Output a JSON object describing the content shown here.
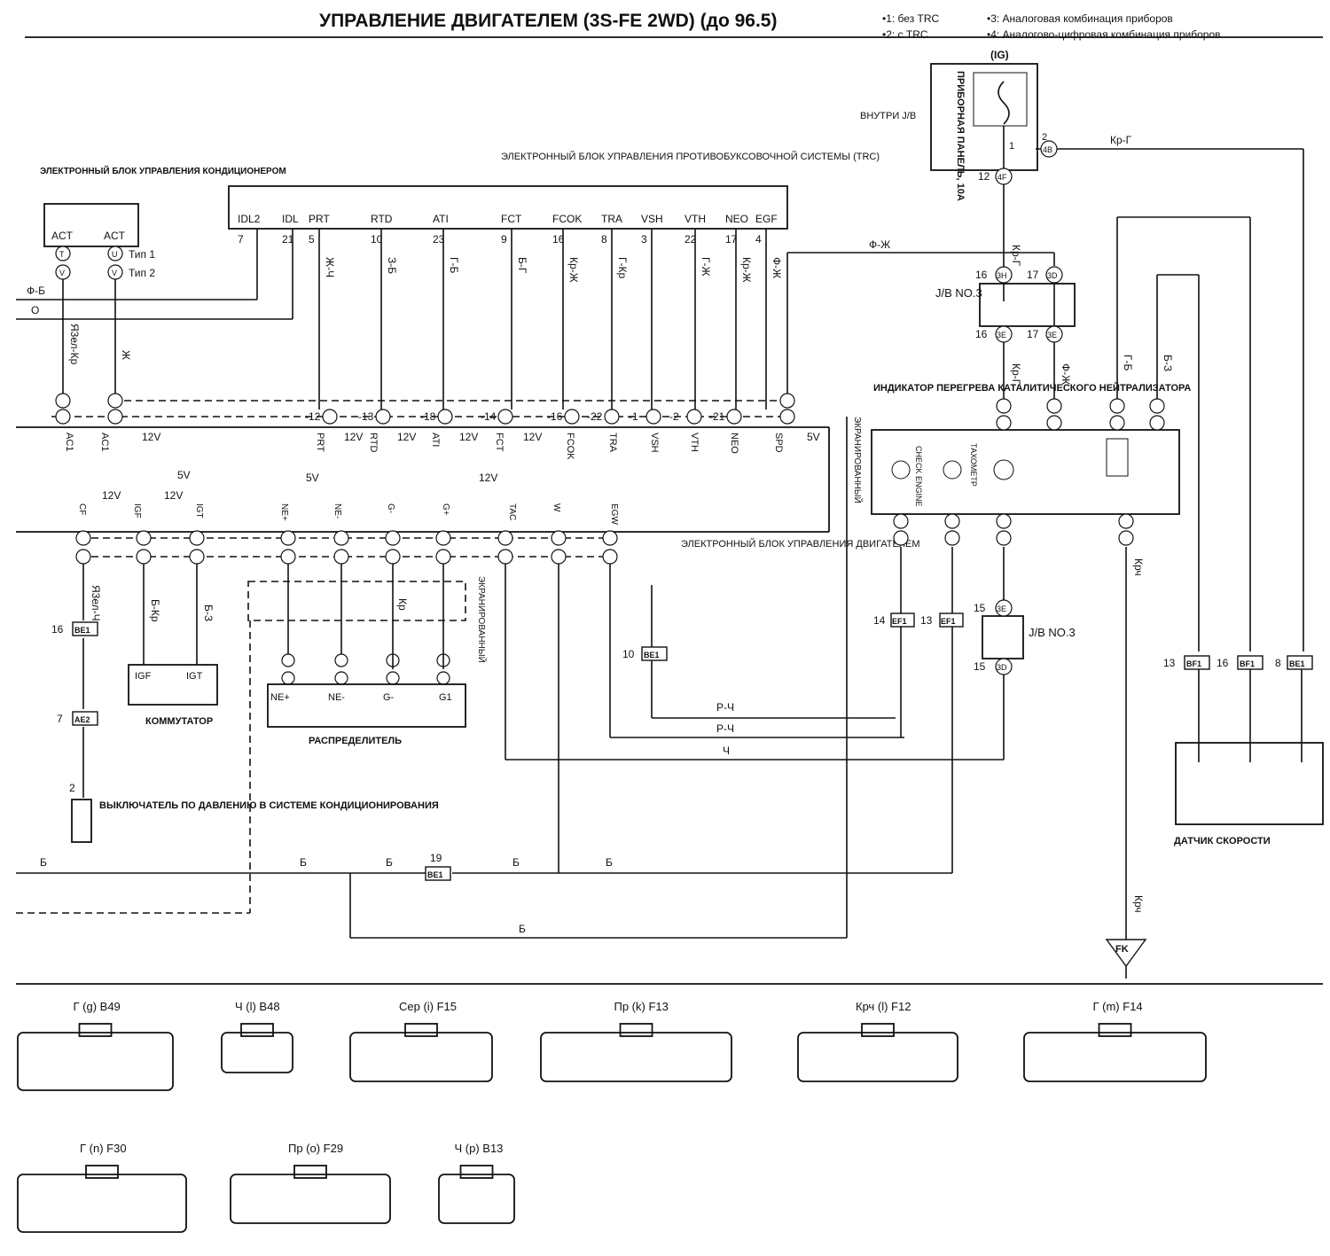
{
  "header": {
    "title": "УПРАВЛЕНИЕ ДВИГАТЕЛЕМ (3S-FE 2WD) (до 96.5)",
    "notes": [
      "•1: без TRC",
      "•2: с TRC",
      "•3: Аналоговая комбинация приборов",
      "•4: Аналогово-цифровая комбинация приборов"
    ]
  },
  "components": {
    "ac_ecu": "ЭЛЕКТРОННЫЙ БЛОК УПРАВЛЕНИЯ КОНДИЦИОНЕРОМ",
    "trc_ecu": "ЭЛЕКТРОННЫЙ БЛОК УПРАВЛЕНИЯ ПРОТИВОБУКСОВОЧНОЙ СИСТЕМЫ (TRC)",
    "engine_ecu": "ЭЛЕКТРОННЫЙ БЛОК УПРАВЛЕНИЯ ДВИГАТЕЛЕМ",
    "fuse_tag": "(IG)",
    "fuse": "ПРИБОРНАЯ ПАНЕЛЬ, 10А",
    "inside_jb": "ВНУТРИ J/B",
    "jb3": "J/B NO.3",
    "cat_indicator": "ИНДИКАТОР ПЕРЕГРЕВА КАТАЛИТИЧЕСКОГО НЕЙТРАЛИЗАТОРА",
    "check_engine": "CHECK ENGINE",
    "tachometer": "ТАХОМЕТР",
    "igniter": "КОММУТАТОР",
    "distributor": "РАСПРЕДЕЛИТЕЛЬ",
    "pressure_switch": "ВЫКЛЮЧАТЕЛЬ ПО ДАВЛЕНИЮ В СИСТЕМЕ КОНДИЦИОНИРОВАНИЯ",
    "speed_sensor": "ДАТЧИК СКОРОСТИ",
    "shielded": "ЭКРАНИРОВАННЫЙ",
    "ground": "FK",
    "type1": "Тип 1",
    "type2": "Тип 2"
  },
  "trc_terminals": [
    "IDL2",
    "IDL",
    "PRT",
    "RTD",
    "ATI",
    "FCT",
    "FCOK",
    "TRA",
    "VSH",
    "VTH",
    "NEO",
    "EGF"
  ],
  "trc_pins": [
    "7",
    "21",
    "5",
    "10",
    "23",
    "9",
    "16",
    "8",
    "3",
    "22",
    "17",
    "4"
  ],
  "ecu_inputs": [
    "AC1",
    "AC1",
    "PRT",
    "RTD",
    "ATI",
    "FCT",
    "FCOK",
    "TRA",
    "VSH",
    "VTH",
    "NEO",
    "SPD"
  ],
  "ecu_lower": [
    "CF",
    "IGF",
    "IGT",
    "NE+",
    "NE-",
    "G-",
    "G+",
    "TAC",
    "W",
    "EGW"
  ],
  "supplies": [
    "12V",
    "5V"
  ],
  "igniter_terms": [
    "IGF",
    "IGT"
  ],
  "dist_terms": [
    "NE+",
    "NE-",
    "G-",
    "G1"
  ],
  "ac_terms": [
    "ACT",
    "ACT"
  ],
  "wire_colors": [
    "Ф-Б",
    "О",
    "Я3ел-Кр",
    "Ж",
    "Ж-Ч",
    "З-Б",
    "Г-Б",
    "Б-Г",
    "Кр-Ж",
    "Г-Кр",
    "Г-Ж",
    "Кр-Ж",
    "Ф-Ж",
    "Кр-Г",
    "Б-З",
    "Я3ел-Ч",
    "Б-Кр",
    "Б",
    "Ч",
    "Кр",
    "Р-Ч",
    "Крч"
  ],
  "connectors": [
    {
      "color": "Г",
      "letter": "g",
      "code": "B49"
    },
    {
      "color": "Ч",
      "letter": "l",
      "code": "B48"
    },
    {
      "color": "Сер",
      "letter": "i",
      "code": "F15"
    },
    {
      "color": "Пр",
      "letter": "k",
      "code": "F13"
    },
    {
      "color": "Крч",
      "letter": "l",
      "code": "F12"
    },
    {
      "color": "Г",
      "letter": "m",
      "code": "F14"
    },
    {
      "color": "Г",
      "letter": "n",
      "code": "F30"
    },
    {
      "color": "Пр",
      "letter": "o",
      "code": "F29"
    },
    {
      "color": "Ч",
      "letter": "p",
      "code": "B13"
    }
  ]
}
